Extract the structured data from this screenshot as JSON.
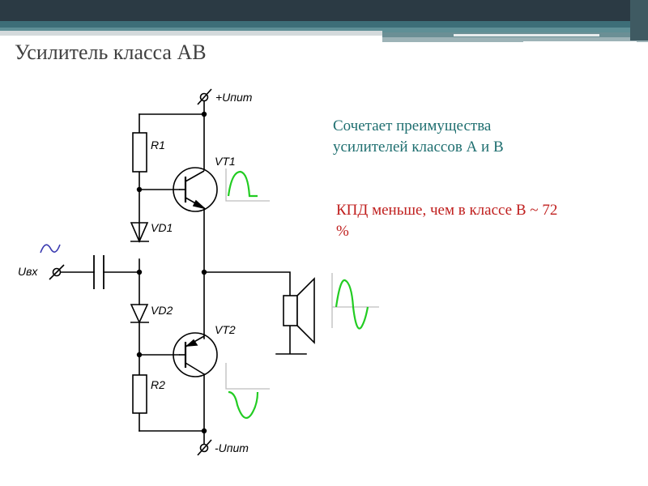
{
  "slide": {
    "title": "Усилитель класса АВ",
    "note_1_lines": [
      "Сочетает преимущества",
      "усилителей классов А и В"
    ],
    "note_2_lines": [
      "КПД меньше, чем в классе В ~ 72",
      "%"
    ]
  },
  "circuit": {
    "labels": {
      "supply_pos": "+Uпит",
      "supply_neg": "-Uпит",
      "input": "Uвх",
      "r1": "R1",
      "r2": "R2",
      "vd1": "VD1",
      "vd2": "VD2",
      "vt1": "VT1",
      "vt2": "VT2"
    }
  },
  "colors": {
    "title": "#404040",
    "note_1": "#1f6f70",
    "note_2": "#c0201f",
    "waveform": "#22cc22",
    "input_wave": "#3a3ab0",
    "header_dark": "#2b3a44",
    "header_teal": "#3d6e78"
  }
}
